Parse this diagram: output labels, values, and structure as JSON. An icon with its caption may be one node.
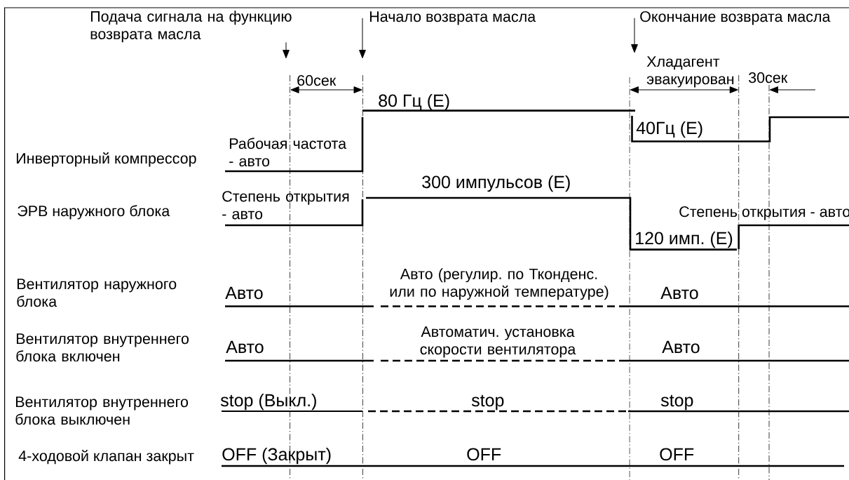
{
  "diagram": {
    "nodes": [
      {
        "text": [
          "Подача сигнала на функцию возврата масла"
        ]
      },
      {
        "text": [
          "Начало возврата масла"
        ]
      },
      {
        "text": [
          "Окончание возврата масла"
        ]
      }
    ],
    "edges": [
      {
        "from": 0,
        "to": null,
        "arrow": "to"
      },
      {
        "from": 1,
        "to": null,
        "arrow": "to"
      },
      {
        "from": 2,
        "to": null,
        "arrow": "to"
      }
    ],
    "labels": [
      "60сек",
      "Хладагент эвакуирован",
      "30сек",
      "80 Гц (E)",
      "40Гц (E)",
      "Инверторный компрессор",
      "Рабочая частота - авто",
      "300 импульсов (E)",
      "ЭРВ наружного блока",
      "Степень открытия - авто",
      "Степень открытия - авто",
      "120 имп. (E)",
      "Вентилятор наружного блока",
      "Авто",
      "Авто (регулир. по Тконденс. или по наружной температуре)",
      "Авто",
      "Вентилятор внутреннего блока включен",
      "Авто",
      "Автоматич. установка скорости вентилятора",
      "Авто",
      "Вентилятор внутреннего блока выключен",
      "stop (Выкл.)",
      "stop",
      "stop",
      "4-ходовой клапан закрыт",
      "OFF (Закрыт)",
      "OFF",
      "OFF"
    ]
  }
}
